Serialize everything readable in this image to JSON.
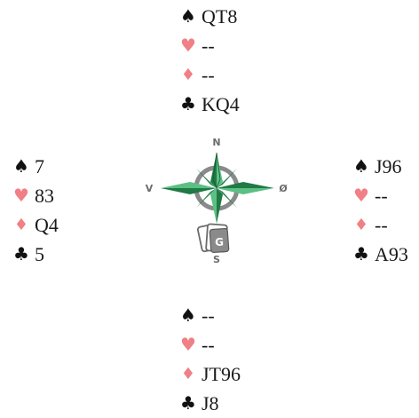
{
  "north": {
    "spades": "QT8",
    "hearts": "--",
    "diamonds": "--",
    "clubs": "KQ4"
  },
  "west": {
    "spades": "7",
    "hearts": "83",
    "diamonds": "Q4",
    "clubs": "5"
  },
  "east": {
    "spades": "J96",
    "hearts": "--",
    "diamonds": "--",
    "clubs": "A93"
  },
  "south": {
    "spades": "--",
    "hearts": "--",
    "diamonds": "JT96",
    "clubs": "J8"
  },
  "compass": {
    "n": "N",
    "s": "S",
    "e": "Ø",
    "w": "V",
    "logo": "G"
  },
  "suits": {
    "spade": "♠",
    "heart": "♥",
    "diamond": "♦",
    "club": "♣"
  },
  "colors": {
    "red_suit": "#f07f86",
    "black_suit": "#111111",
    "compass_green": "#2e8b57"
  }
}
